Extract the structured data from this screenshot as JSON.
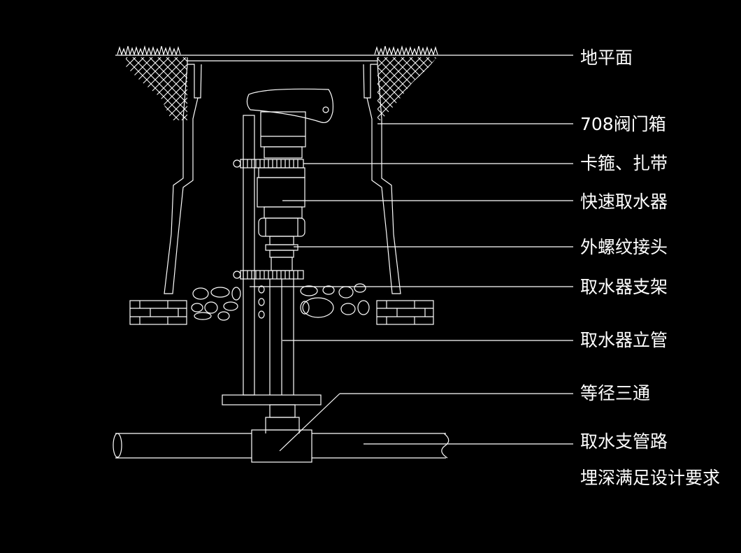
{
  "labels": {
    "ground": "地平面",
    "valve_box": "708阀门箱",
    "clamp": "卡箍、扎带",
    "quick_coupler": "快速取水器",
    "male_adapter": "外螺纹接头",
    "bracket": "取水器支架",
    "riser": "取水器立管",
    "tee": "等径三通",
    "branch_pipe": "取水支管路",
    "depth_note": "埋深满足设计要求"
  },
  "colors": {
    "background": "#000000",
    "line": "#ffffff"
  }
}
